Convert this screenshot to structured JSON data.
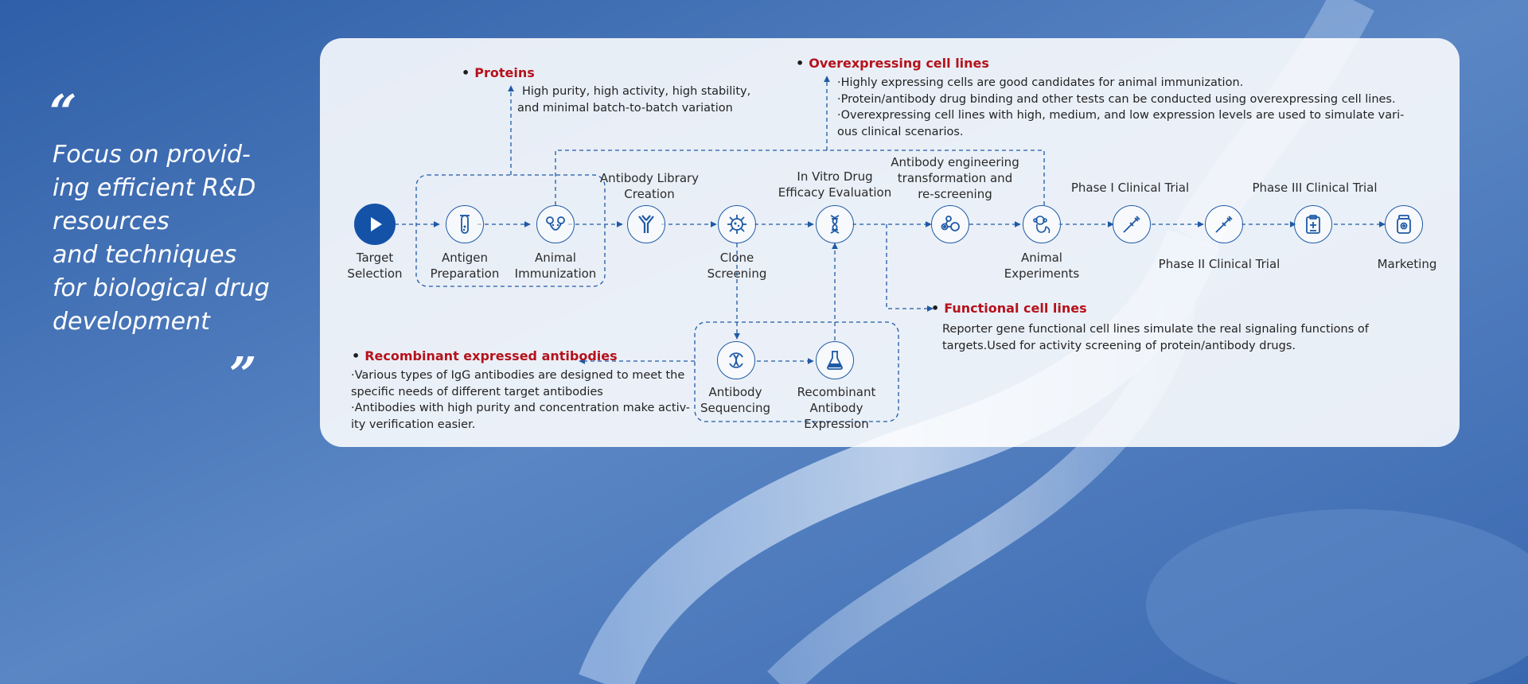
{
  "tagline": {
    "open_quote": "“",
    "close_quote": "”",
    "text": "Focus on provid-\ning efficient R&D\nresources\nand techniques\nfor biological drug\ndevelopment"
  },
  "colors": {
    "accent_red": "#b5121b",
    "accent_blue": "#1f5aa5",
    "bg_blue": "#3d6db2"
  },
  "steps": [
    {
      "id": "target",
      "label": "Target\nSelection",
      "icon": "play-icon"
    },
    {
      "id": "antigen",
      "label": "Antigen\nPreparation",
      "icon": "test-tube-icon"
    },
    {
      "id": "animal-imm",
      "label": "Animal\nImmunization",
      "icon": "mouse-icon"
    },
    {
      "id": "library",
      "label": "Antibody Library\nCreation",
      "icon": "antibody-icon"
    },
    {
      "id": "clone",
      "label": "Clone\nScreening",
      "icon": "virus-icon"
    },
    {
      "id": "invitro",
      "label": "In Vitro Drug\nEfficacy Evaluation",
      "icon": "dna-icon"
    },
    {
      "id": "engineering",
      "label": "Antibody engineering\ntransformation and\nre-screening",
      "icon": "molecule-icon"
    },
    {
      "id": "animal-exp",
      "label": "Animal\nExperiments",
      "icon": "monkey-icon"
    },
    {
      "id": "phase1",
      "label": "Phase I Clinical Trial",
      "icon": "syringe-icon"
    },
    {
      "id": "phase2",
      "label": "Phase II Clinical Trial",
      "icon": "syringe-icon"
    },
    {
      "id": "phase3",
      "label": "Phase III Clinical Trial",
      "icon": "clipboard-icon"
    },
    {
      "id": "marketing",
      "label": "Marketing",
      "icon": "medicine-bottle-icon"
    },
    {
      "id": "sequencing",
      "label": "Antibody\nSequencing",
      "icon": "sequencing-icon"
    },
    {
      "id": "recombinant",
      "label": "Recombinant\nAntibody Expression",
      "icon": "flask-icon"
    }
  ],
  "callouts": {
    "proteins": {
      "title": "Proteins",
      "lines": [
        "High purity, high activity, high stability,",
        "and minimal batch-to-batch variation"
      ]
    },
    "overexpressing": {
      "title": "Overexpressing cell lines",
      "lines": [
        "·Highly expressing cells are good candidates for animal immunization.",
        "·Protein/antibody drug binding and other tests can be conducted using overexpressing cell lines.",
        "·Overexpressing cell lines with high, medium, and low expression levels are used to simulate vari-",
        "ous clinical scenarios."
      ]
    },
    "functional": {
      "title": "Functional cell lines",
      "lines": [
        "Reporter gene functional cell lines simulate the real signaling functions of",
        "targets.Used for activity screening of protein/antibody drugs."
      ]
    },
    "recombinant": {
      "title": "Recombinant expressed antibodies",
      "lines": [
        "·Various types of IgG antibodies are designed to meet the",
        "specific needs of different target antibodies",
        "·Antibodies with high purity and concentration make activ-",
        "ity verification easier."
      ]
    }
  }
}
